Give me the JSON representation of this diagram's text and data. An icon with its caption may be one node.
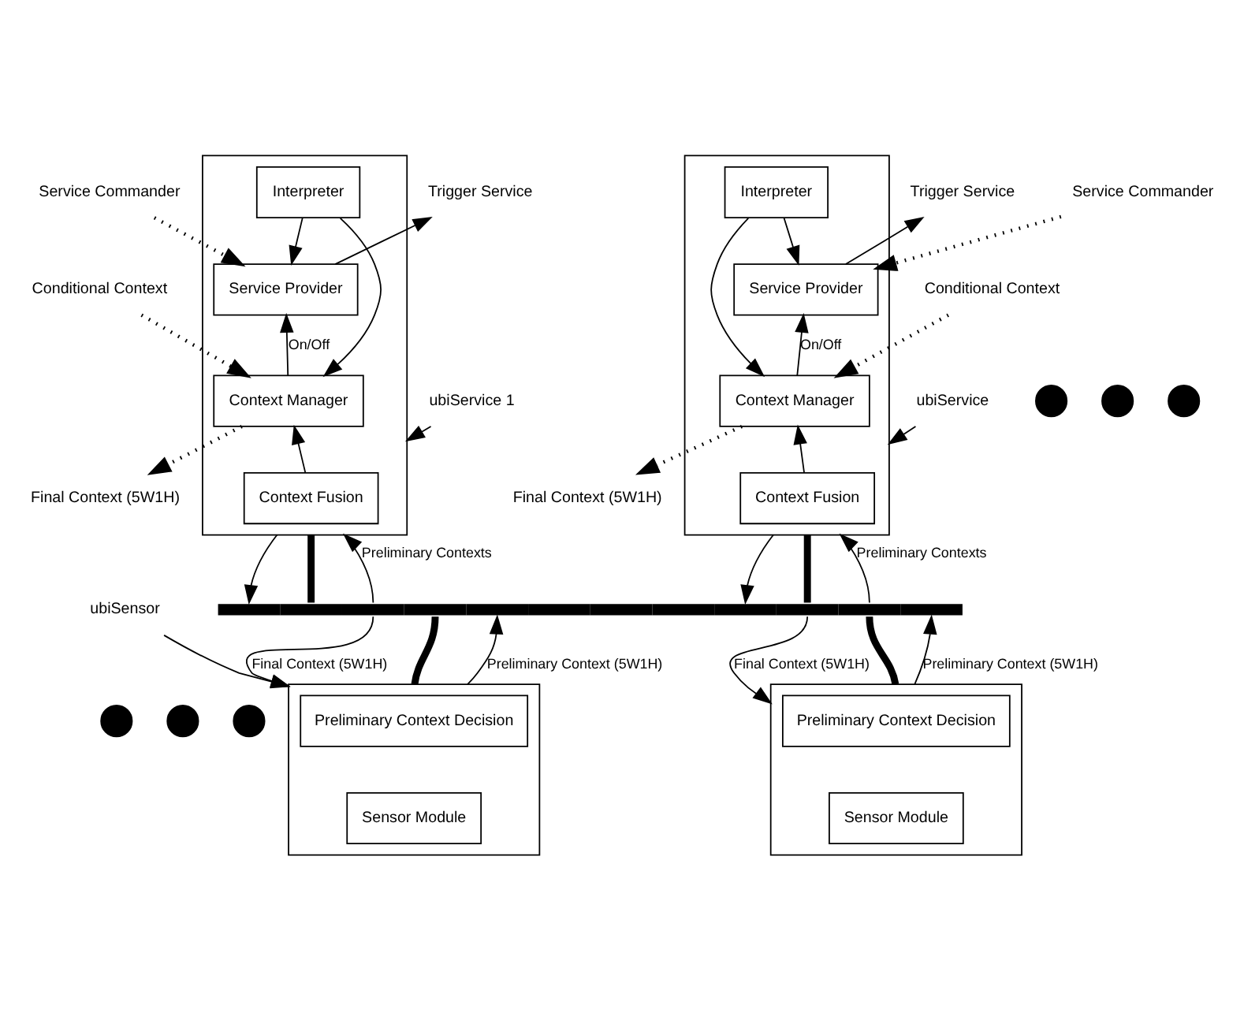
{
  "diagram": {
    "nodes": [
      {
        "text": [],
        "shape": "box"
      },
      {
        "text": [
          "Service Provider"
        ],
        "in": 0
      },
      {
        "text": [
          "Interpreter"
        ],
        "in": 0
      },
      {
        "text": [
          "Context Manager"
        ],
        "in": 0
      },
      {
        "text": [
          "Context Fusion"
        ],
        "in": 0
      },
      {
        "text": [
          "Trigger Service"
        ]
      },
      {
        "text": [
          "Service Commander"
        ]
      },
      {
        "text": [
          "Conditional Context"
        ]
      },
      {
        "text": [
          "ubiService 1"
        ]
      },
      {
        "text": [
          "Final Context (5W1H)"
        ]
      },
      {
        "text": [],
        "shape": "box"
      },
      {
        "text": [
          "Service Provider"
        ],
        "in": 10
      },
      {
        "text": [
          "Interpreter"
        ],
        "in": 10
      },
      {
        "text": [
          "Context Manager"
        ],
        "in": 10
      },
      {
        "text": [
          "Context Fusion"
        ],
        "in": 10
      },
      {
        "text": [
          "Trigger Service"
        ]
      },
      {
        "text": [
          "Service Commander"
        ]
      },
      {
        "text": [
          "Conditional Context"
        ]
      },
      {
        "text": [
          "ubiService"
        ]
      },
      {
        "text": [
          "Final Context (5W1H)"
        ]
      },
      {
        "text": [],
        "shape": "circle"
      },
      {
        "text": [],
        "shape": "circle"
      },
      {
        "text": [],
        "shape": "circle"
      },
      {
        "text": [],
        "shape": "bar"
      },
      {
        "text": [],
        "shape": "box"
      },
      {
        "text": [
          "Preliminary Context Decision"
        ],
        "in": 24
      },
      {
        "text": [
          "Sensor Module"
        ],
        "in": 24
      },
      {
        "text": [
          "ubiSensor"
        ]
      },
      {
        "text": [],
        "shape": "circle"
      },
      {
        "text": [],
        "shape": "circle"
      },
      {
        "text": [],
        "shape": "circle"
      },
      {
        "text": [],
        "shape": "box"
      },
      {
        "text": [
          "Preliminary Context Decision"
        ],
        "in": 31
      },
      {
        "text": [
          "Sensor Module"
        ],
        "in": 31
      }
    ],
    "edges": [
      {
        "from": 1,
        "to": 5,
        "arrow": "to"
      },
      {
        "from": 6,
        "to": 1,
        "arrow": "to",
        "style": "dashed"
      },
      {
        "from": 2,
        "to": 1,
        "arrow": "to"
      },
      {
        "from": 3,
        "to": 1,
        "label": "On/Off",
        "arrow": "to"
      },
      {
        "from": 2,
        "to": 3,
        "arrow": "to"
      },
      {
        "from": 7,
        "to": 3,
        "arrow": "to",
        "style": "dashed"
      },
      {
        "from": 4,
        "to": 3,
        "arrow": "to"
      },
      {
        "from": 3,
        "to": 9,
        "arrow": "to",
        "style": "dashed"
      },
      {
        "from": 8,
        "to": 0,
        "arrow": "to"
      },
      {
        "from": 0,
        "to": 23,
        "arrow": "to"
      },
      {
        "from": 0,
        "to": 23,
        "arrow": "none",
        "style": "thick"
      },
      {
        "from": 23,
        "to": 0,
        "label": "Preliminary Contexts",
        "arrow": "to"
      },
      {
        "from": 11,
        "to": 15,
        "arrow": "to"
      },
      {
        "from": 16,
        "to": 11,
        "arrow": "to",
        "style": "dashed"
      },
      {
        "from": 12,
        "to": 11,
        "arrow": "to"
      },
      {
        "from": 13,
        "to": 11,
        "label": "On/Off",
        "arrow": "to"
      },
      {
        "from": 12,
        "to": 13,
        "arrow": "to"
      },
      {
        "from": 17,
        "to": 13,
        "arrow": "to",
        "style": "dashed"
      },
      {
        "from": 14,
        "to": 13,
        "arrow": "to"
      },
      {
        "from": 13,
        "to": 19,
        "arrow": "to",
        "style": "dashed"
      },
      {
        "from": 18,
        "to": 10,
        "arrow": "to"
      },
      {
        "from": 10,
        "to": 23,
        "arrow": "to"
      },
      {
        "from": 10,
        "to": 23,
        "arrow": "none",
        "style": "thick"
      },
      {
        "from": 23,
        "to": 10,
        "label": "Preliminary Contexts",
        "arrow": "to"
      },
      {
        "from": 23,
        "to": 24,
        "label": "Final Context (5W1H)",
        "arrow": "to"
      },
      {
        "from": 24,
        "to": 23,
        "arrow": "none",
        "style": "thick"
      },
      {
        "from": 24,
        "to": 23,
        "label": "Preliminary Context (5W1H)",
        "arrow": "to"
      },
      {
        "from": 27,
        "to": 24,
        "arrow": "to"
      },
      {
        "from": 23,
        "to": 31,
        "label": "Final Context (5W1H)",
        "arrow": "to"
      },
      {
        "from": 31,
        "to": 23,
        "arrow": "none",
        "style": "thick"
      },
      {
        "from": 31,
        "to": 23,
        "label": "Preliminary Context (5W1H)",
        "arrow": "to"
      }
    ]
  }
}
